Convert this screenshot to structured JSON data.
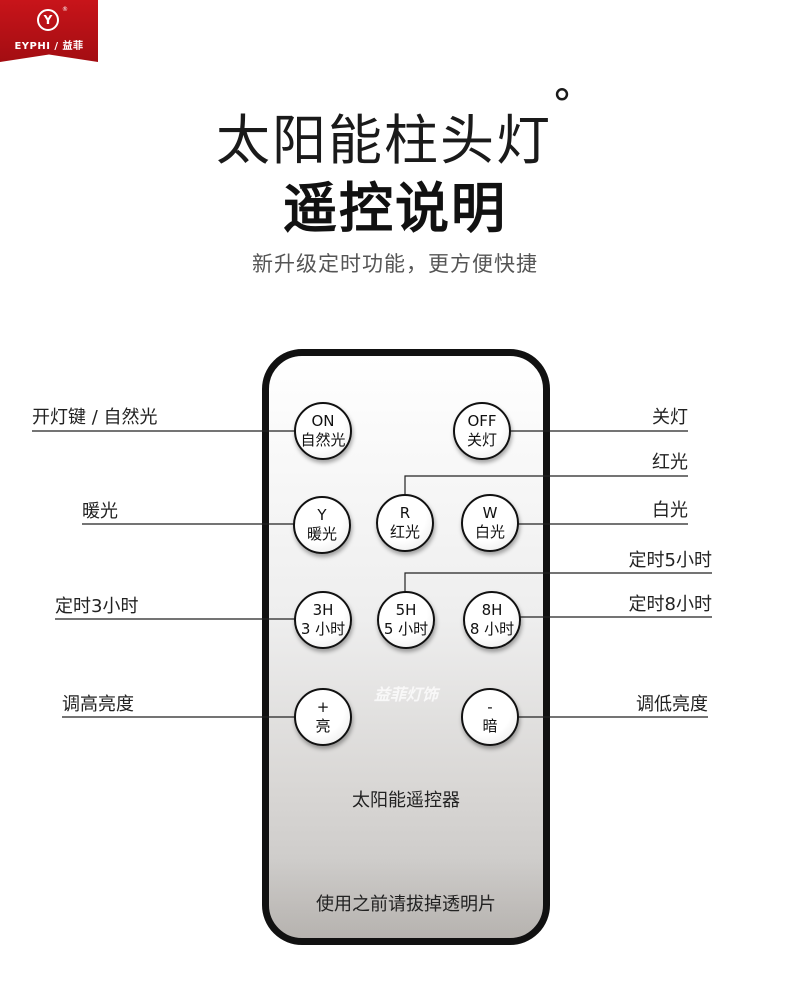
{
  "brand": {
    "logo_text": "EYPHI / 益菲",
    "mark": "Y",
    "reg": "®"
  },
  "title": {
    "line1": "太阳能柱头灯",
    "degree": "°",
    "line2": "遥控说明"
  },
  "subtitle": "新升级定时功能，更方便快捷",
  "watermark": "益菲灯饰",
  "remote": {
    "name": "太阳能遥控器",
    "note": "使用之前请拔掉透明片",
    "buttons": {
      "on": {
        "top": "ON",
        "bottom": "自然光"
      },
      "off": {
        "top": "OFF",
        "bottom": "关灯"
      },
      "y": {
        "top": "Y",
        "bottom": "暖光"
      },
      "r": {
        "top": "R",
        "bottom": "红光"
      },
      "w": {
        "top": "W",
        "bottom": "白光"
      },
      "h3": {
        "top": "3H",
        "bottom": "3 小时"
      },
      "h5": {
        "top": "5H",
        "bottom": "5 小时"
      },
      "h8": {
        "top": "8H",
        "bottom": "8 小时"
      },
      "up": {
        "top": "+",
        "bottom": "亮"
      },
      "down": {
        "top": "-",
        "bottom": "暗"
      }
    }
  },
  "labels": {
    "on": "开灯键 / 自然光",
    "off": "关灯",
    "red": "红光",
    "warm": "暖光",
    "white": "白光",
    "timer5": "定时5小时",
    "timer3": "定时3小时",
    "timer8": "定时8小时",
    "brighter": "调高亮度",
    "dimmer": "调低亮度"
  }
}
